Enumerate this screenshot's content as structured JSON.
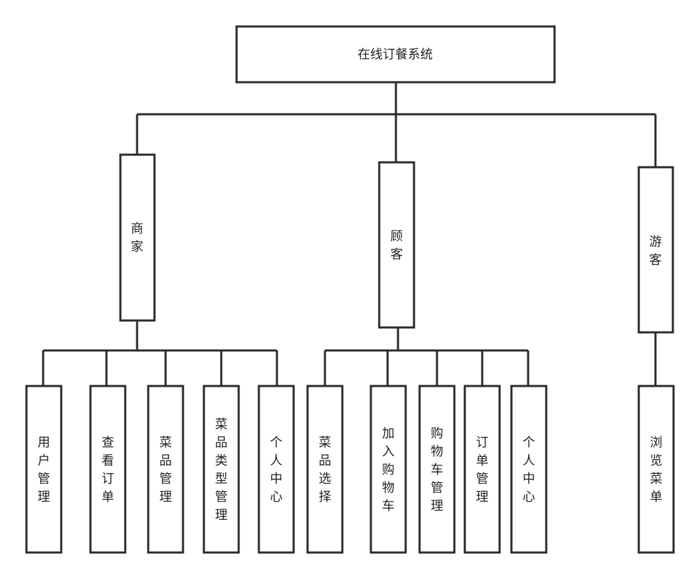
{
  "nodes": {
    "root": "在线订餐系统",
    "merchant": "商家",
    "customer": "顾客",
    "visitor": "游客",
    "m_user_mgmt": "用户管理",
    "m_view_orders": "查看订单",
    "m_dish_mgmt": "菜品管理",
    "m_dish_type_mgmt": "菜品类型管理",
    "m_personal_center": "个人中心",
    "c_dish_select": "菜品选择",
    "c_add_cart": "加入购物车",
    "c_cart_mgmt": "购物车管理",
    "c_order_mgmt": "订单管理",
    "c_personal_center": "个人中心",
    "v_browse_menu": "浏览菜单"
  }
}
